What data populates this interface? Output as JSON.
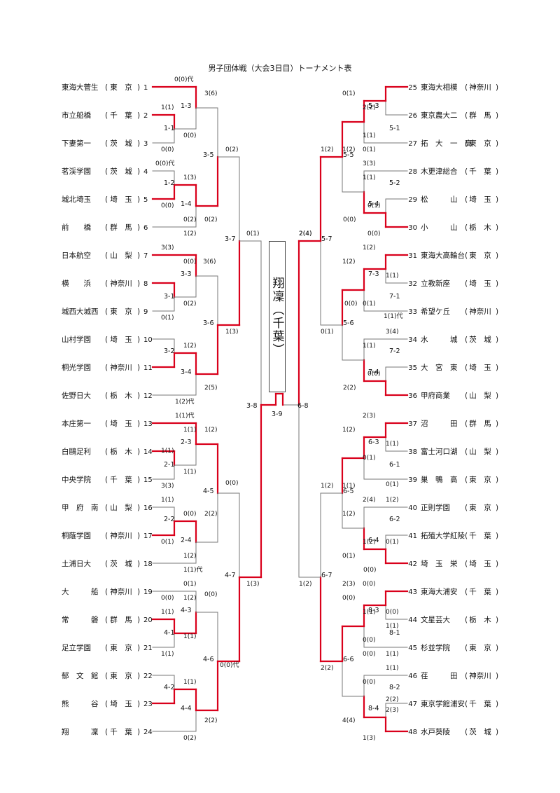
{
  "title": "男子団体戦（大会3日目）トーナメント表",
  "champion": "翔凜（千葉）",
  "colors": {
    "win": "#d9001b",
    "line": "#777777",
    "text": "#111111"
  },
  "left_teams": [
    {
      "seed": "1",
      "name": "東海大菅生",
      "pref": "東　京"
    },
    {
      "seed": "2",
      "name": "市立船橋",
      "pref": "千　葉"
    },
    {
      "seed": "3",
      "name": "下妻第一",
      "pref": "茨　城"
    },
    {
      "seed": "4",
      "name": "茗渓学園",
      "pref": "茨　城"
    },
    {
      "seed": "5",
      "name": "城北埼玉",
      "pref": "埼　玉"
    },
    {
      "seed": "6",
      "name": "前　　橋",
      "pref": "群　馬"
    },
    {
      "seed": "7",
      "name": "日本航空",
      "pref": "山　梨"
    },
    {
      "seed": "8",
      "name": "横　　浜",
      "pref": "神奈川"
    },
    {
      "seed": "9",
      "name": "城西大城西",
      "pref": "東　京"
    },
    {
      "seed": "10",
      "name": "山村学園",
      "pref": "埼　玉"
    },
    {
      "seed": "11",
      "name": "桐光学園",
      "pref": "神奈川"
    },
    {
      "seed": "12",
      "name": "佐野日大",
      "pref": "栃　木"
    },
    {
      "seed": "13",
      "name": "本庄第一",
      "pref": "埼　玉"
    },
    {
      "seed": "14",
      "name": "白鷗足利",
      "pref": "栃　木"
    },
    {
      "seed": "15",
      "name": "中央学院",
      "pref": "千　葉"
    },
    {
      "seed": "16",
      "name": "甲　府　南",
      "pref": "山　梨"
    },
    {
      "seed": "17",
      "name": "桐蔭学園",
      "pref": "神奈川"
    },
    {
      "seed": "18",
      "name": "土浦日大",
      "pref": "茨　城"
    },
    {
      "seed": "19",
      "name": "大　　　船",
      "pref": "神奈川"
    },
    {
      "seed": "20",
      "name": "常　　　磐",
      "pref": "群　馬"
    },
    {
      "seed": "21",
      "name": "足立学園",
      "pref": "東　京"
    },
    {
      "seed": "22",
      "name": "郁　文　館",
      "pref": "東　京"
    },
    {
      "seed": "23",
      "name": "熊　　　谷",
      "pref": "埼　玉"
    },
    {
      "seed": "24",
      "name": "翔　　　凜",
      "pref": "千　葉"
    }
  ],
  "right_teams": [
    {
      "seed": "25",
      "name": "東海大相模",
      "pref": "神奈川"
    },
    {
      "seed": "26",
      "name": "東京農大二",
      "pref": "群　馬"
    },
    {
      "seed": "27",
      "name": "拓　大　一　高",
      "pref": "東　京"
    },
    {
      "seed": "28",
      "name": "木更津総合",
      "pref": "千　葉"
    },
    {
      "seed": "29",
      "name": "松　　　山",
      "pref": "埼　玉"
    },
    {
      "seed": "30",
      "name": "小　　　山",
      "pref": "栃　木"
    },
    {
      "seed": "31",
      "name": "東海大高輪台",
      "pref": "東　京"
    },
    {
      "seed": "32",
      "name": "立教新座",
      "pref": "埼　玉"
    },
    {
      "seed": "33",
      "name": "希望ケ丘",
      "pref": "神奈川"
    },
    {
      "seed": "34",
      "name": "水　　　城",
      "pref": "茨　城"
    },
    {
      "seed": "35",
      "name": "大　宮　東",
      "pref": "埼　玉"
    },
    {
      "seed": "36",
      "name": "甲府商業",
      "pref": "山　梨"
    },
    {
      "seed": "37",
      "name": "沼　　　田",
      "pref": "群　馬"
    },
    {
      "seed": "38",
      "name": "富士河口湖",
      "pref": "山　梨"
    },
    {
      "seed": "39",
      "name": "巣　鴨　高",
      "pref": "東　京"
    },
    {
      "seed": "40",
      "name": "正則学園",
      "pref": "東　京"
    },
    {
      "seed": "41",
      "name": "拓殖大学紅陵",
      "pref": "千　葉"
    },
    {
      "seed": "42",
      "name": "埼　玉　栄",
      "pref": "埼　玉"
    },
    {
      "seed": "43",
      "name": "東海大浦安",
      "pref": "千　葉"
    },
    {
      "seed": "44",
      "name": "文星芸大",
      "pref": "栃　木"
    },
    {
      "seed": "45",
      "name": "杉並学院",
      "pref": "東　京"
    },
    {
      "seed": "46",
      "name": "荏　　　田",
      "pref": "神奈川"
    },
    {
      "seed": "47",
      "name": "東京学館浦安",
      "pref": "千　葉"
    },
    {
      "seed": "48",
      "name": "水戸葵陵",
      "pref": "茨　城"
    }
  ],
  "match_labels": [
    "1-3",
    "1-1",
    "1-2",
    "1-4",
    "3-3",
    "3-1",
    "3-2",
    "3-4",
    "2-3",
    "2-1",
    "2-2",
    "2-4",
    "4-3",
    "4-1",
    "4-2",
    "4-4",
    "3-5",
    "3-6",
    "4-5",
    "4-6",
    "3-7",
    "4-7",
    "3-8",
    "3-9",
    "5-3",
    "5-1",
    "5-2",
    "5-4",
    "7-3",
    "7-1",
    "7-2",
    "7-4",
    "6-3",
    "6-1",
    "6-2",
    "6-4",
    "8-3",
    "8-1",
    "8-2",
    "8-4",
    "5-5",
    "5-6",
    "6-5",
    "6-6",
    "5-7",
    "6-7",
    "6-8"
  ],
  "scores": [
    "0(0)代",
    "1(1)",
    "0(0)",
    "0(0)",
    "0(0)代",
    "1(3)",
    "0(0)",
    "0(2)",
    "1(2)",
    "3(3)",
    "0(0)",
    "3(6)",
    "0(2)",
    "1(2)代",
    "1(1)代",
    "1(1)",
    "1(1)",
    "1(1)",
    "3(3)",
    "1(1)",
    "0(0)",
    "0(1)",
    "1(2)",
    "1(1)代",
    "0(0)",
    "1(2)",
    "1(1)",
    "1(1)",
    "3(6)",
    "0(2)",
    "0(2)",
    "0(1)",
    "1(2)",
    "2(5)",
    "0(1)",
    "1(1)",
    "2(2)",
    "1(2)",
    "0(0)",
    "1(1)",
    "0(2)",
    "1(3)",
    "0(0)",
    "0(0)代",
    "2(2)",
    "0(1)",
    "1(3)",
    "2(4)",
    "0(1)",
    "1(1)",
    "0(1)",
    "2(2)",
    "0(0)",
    "0(1)",
    "1(2)",
    "3(3)",
    "1(1)",
    "0(0)",
    "1(2)",
    "1(2)",
    "0(0)",
    "0(1)",
    "0(1)",
    "1(1)",
    "3(4)",
    "1(1)",
    "0(0)",
    "2(2)",
    "1(2)",
    "0(1)",
    "1(1)",
    "2(3)",
    "0(1)",
    "1(1)",
    "2(4)",
    "1(2)",
    "1(2)",
    "0(1)",
    "0(0)",
    "0(0)",
    "1(1)",
    "0(0)",
    "0(0)",
    "1(1)",
    "2(3)",
    "1(3)",
    "4(4)",
    "1(2)",
    "2(2)",
    "0(0)",
    "0(0)",
    "1(1)",
    "2(3)",
    "1(2)",
    "0(1)",
    "0(0)",
    "2(2)",
    "1(2)",
    "1(2)",
    "2(4)",
    "1(1)",
    "1(1)代"
  ]
}
